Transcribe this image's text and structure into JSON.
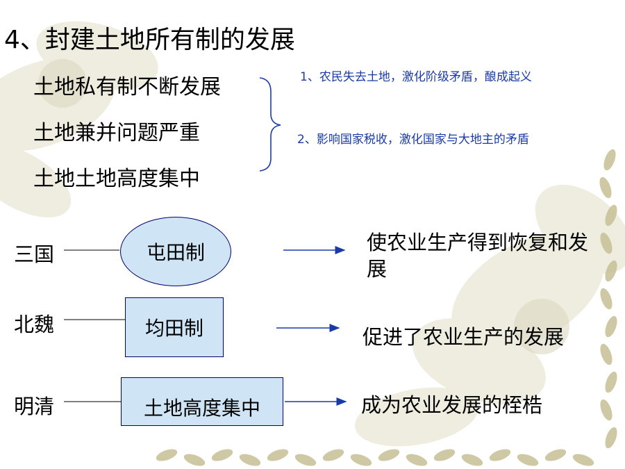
{
  "title": "4、封建土地所有制的发展",
  "left_items": [
    "土地私有制不断发展",
    "土地兼并问题严重",
    "土地土地高度集中"
  ],
  "consequences": [
    "1、农民失去土地，激化阶级矛盾，酿成起义",
    "2、影响国家税收，激化国家与大地主的矛盾"
  ],
  "rows": [
    {
      "era": "三国",
      "system": "屯田制",
      "result": "使农业生产得到恢复和发展"
    },
    {
      "era": "北魏",
      "system": "均田制",
      "result": "促进了农业生产的发展"
    },
    {
      "era": "明清",
      "system": "土地高度集中",
      "result": "成为农业发展的桎梏"
    }
  ],
  "colors": {
    "note_text": "#1a3aa8",
    "box_fill": "#cfe5f5",
    "box_border": "#000066"
  }
}
